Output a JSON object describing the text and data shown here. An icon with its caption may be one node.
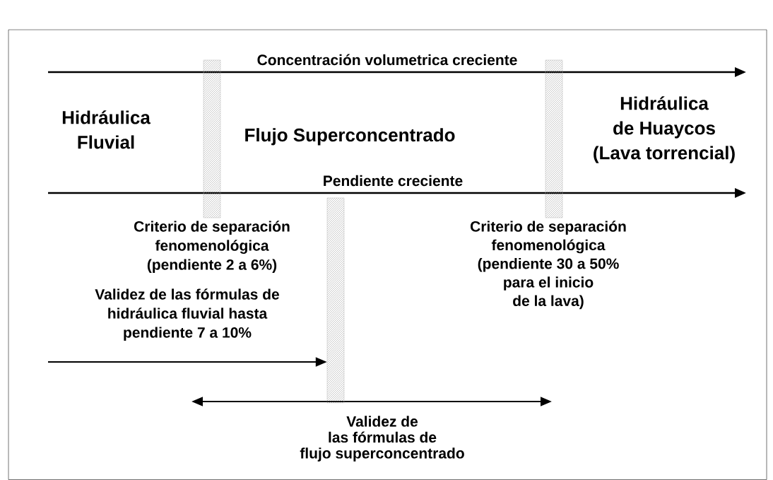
{
  "diagram": {
    "nodes": [
      {
        "text": [],
        "shape": "bar"
      },
      {
        "text": [],
        "shape": "bar"
      },
      {
        "text": [],
        "shape": "bar"
      }
    ],
    "edges": [
      {
        "from": null,
        "to": 2,
        "arrow": "to"
      }
    ],
    "labels": [
      "Concentración volumetrica creciente",
      "Hidráulica Fluvial",
      "Flujo Superconcentrado",
      "Hidráulica de Huaycos (Lava torrencial)",
      "Pendiente creciente",
      "Criterio de separación fenomenológica (pendiente 2 a 6%)",
      "Criterio de separación fenomenológica (pendiente 30 a 50% para el inicio de la lava)",
      "Validez de las fórmulas de hidráulica fluvial hasta pendiente 7 a 10%",
      "Validez de las fórmulas de flujo superconcentrado"
    ]
  }
}
